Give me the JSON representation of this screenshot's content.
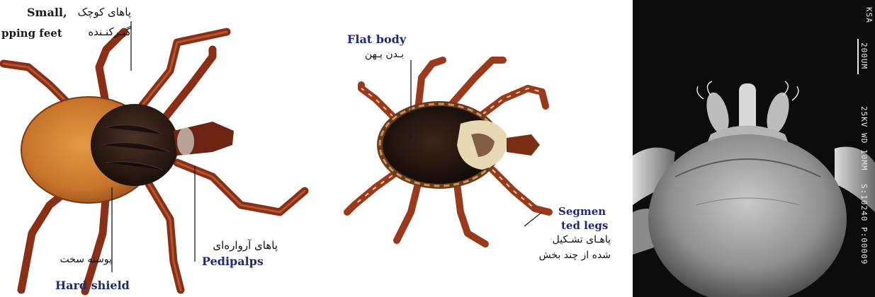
{
  "panel_left": {
    "label_small_en_1": "Small,",
    "label_small_en_2": "pping feet",
    "label_small_fa_1": "پاهای کوچک",
    "label_small_fa_2": "گیـرکنـنده",
    "label_pedipalps_fa": "پاهای آرواره‌ای",
    "label_pedipalps_en": "Pedipalps",
    "label_shield_fa": "پوسته سخت",
    "label_shield_en": "Hard shield"
  },
  "panel_middle": {
    "label_flat_en": "Flat body",
    "label_flat_fa": "بـدن پـهن",
    "label_legs_en_1": "Segmen",
    "label_legs_en_2": "ted legs",
    "label_legs_fa_1": "پاهـای تشـکیل",
    "label_legs_fa_2": "شده از چند بخش"
  },
  "panel_right": {
    "scale_1": "200UM",
    "scale_2": "KSA",
    "meta_1": "25KV WD 10MM",
    "meta_2": "S:10240 P:00009"
  },
  "colors": {
    "tick_body_orange": "#c8742c",
    "tick_shield_dark": "#2a1a12",
    "leg_red": "#8a2e16",
    "label_blue": "#1d2b73",
    "sem_background": "#0c0c0c"
  }
}
